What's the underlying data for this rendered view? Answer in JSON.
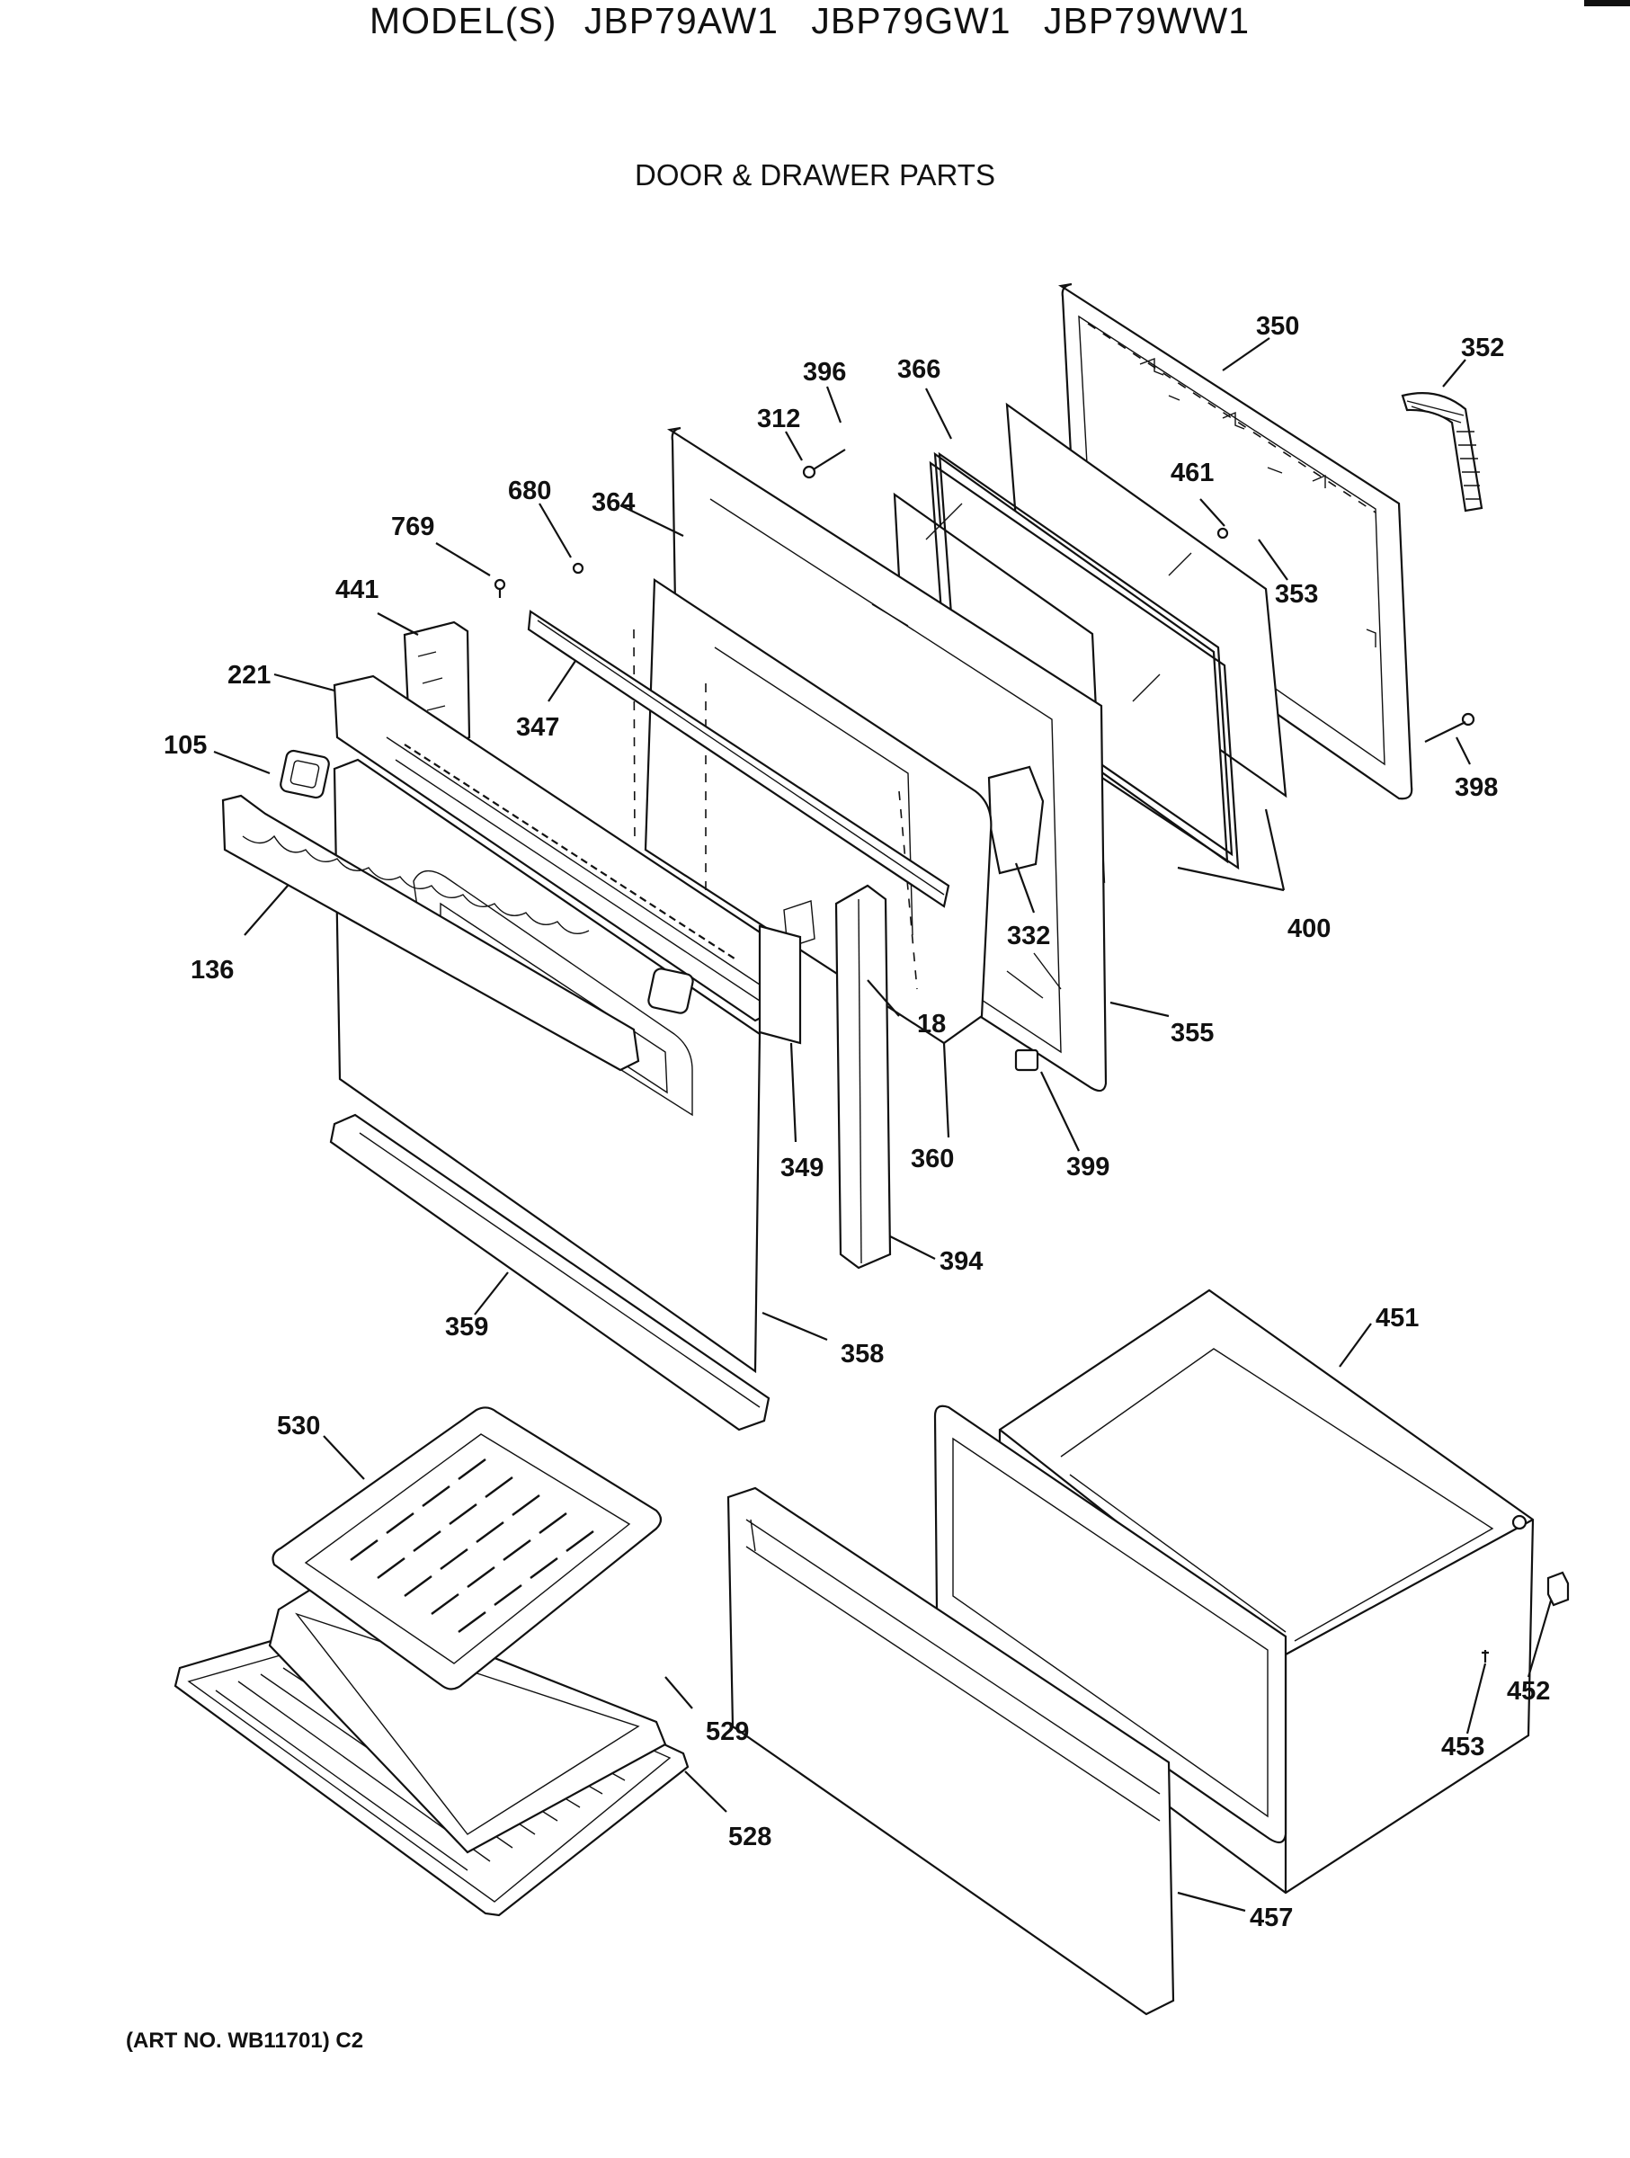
{
  "header": {
    "models_prefix": "MODEL(S)",
    "models": [
      "JBP79AW1",
      "JBP79GW1",
      "JBP79WW1"
    ],
    "section_title": "DOOR & DRAWER PARTS"
  },
  "footer": {
    "art_no": "(ART NO. WB11701) C2"
  },
  "callouts": {
    "c350": "350",
    "c352": "352",
    "c396": "396",
    "c366": "366",
    "c312": "312",
    "c461": "461",
    "c680": "680",
    "c364": "364",
    "c769": "769",
    "c353": "353",
    "c441": "441",
    "c221": "221",
    "c347": "347",
    "c105": "105",
    "c398": "398",
    "c136": "136",
    "c332": "332",
    "c400": "400",
    "c18": "18",
    "c355": "355",
    "c349": "349",
    "c360": "360",
    "c399": "399",
    "c394": "394",
    "c451": "451",
    "c359": "359",
    "c358": "358",
    "c530": "530",
    "c452": "452",
    "c529": "529",
    "c453": "453",
    "c528": "528",
    "c457": "457"
  }
}
